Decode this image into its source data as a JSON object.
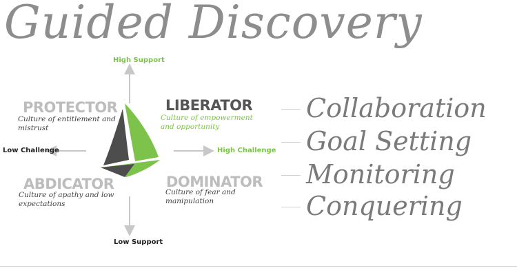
{
  "title": "Guided Discovery",
  "axes": {
    "top": "High Support",
    "bottom": "Low Support",
    "left": "Low Challenge",
    "right": "High Challenge"
  },
  "quadrants": {
    "top_left": {
      "heading": "PROTECTOR",
      "desc": "Culture of entitlement and mistrust"
    },
    "top_right": {
      "heading": "LIBERATOR",
      "desc": "Culture of empowerment and opportunity"
    },
    "bottom_left": {
      "heading": "ABDICATOR",
      "desc": "Culture of apathy and low expectations"
    },
    "bottom_right": {
      "heading": "DOMINATOR",
      "desc": "Culture of fear and manipulation"
    }
  },
  "list": [
    "Collaboration",
    "Goal Setting",
    "Monitoring",
    "Conquering"
  ],
  "colors": {
    "accent_green": "#7dc34b",
    "sail_dark": "#4a4a4a",
    "arrow_gray": "#c8c8c8"
  }
}
